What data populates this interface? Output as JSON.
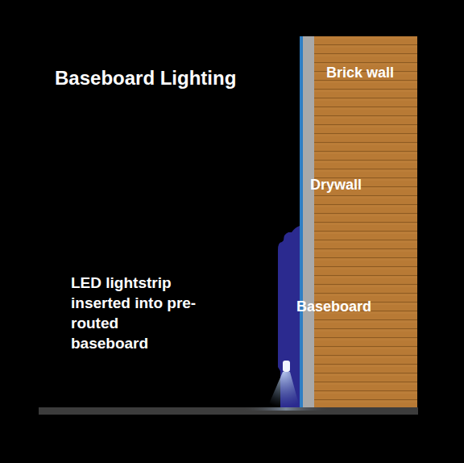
{
  "diagram": {
    "title": "Baseboard Lighting",
    "labels": [
      "Brick wall",
      "Drywall",
      "Baseboard",
      "LED lightstrip inserted into pre-routed baseboard"
    ]
  }
}
